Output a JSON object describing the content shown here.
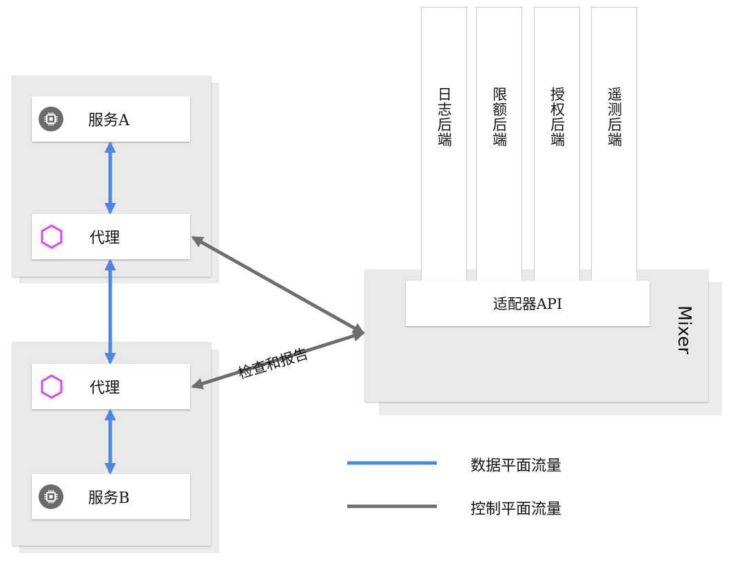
{
  "nodes": {
    "service_a": {
      "label": "服务A",
      "icon": "chip-icon"
    },
    "proxy_a": {
      "label": "代理",
      "icon": "hexagon-icon"
    },
    "proxy_b": {
      "label": "代理",
      "icon": "hexagon-icon"
    },
    "service_b": {
      "label": "服务B",
      "icon": "chip-icon"
    }
  },
  "mixer": {
    "label": "Mixer",
    "adapter_label": "适配器API",
    "backends": [
      "日志后端",
      "限额后端",
      "授权后端",
      "遥测后端"
    ]
  },
  "edge_label": "检查和报告",
  "legend": [
    {
      "label": "数据平面流量",
      "color": "#4a86e8"
    },
    {
      "label": "控制平面流量",
      "color": "#6d6d6d"
    }
  ],
  "colors": {
    "data_plane": "#4a86e8",
    "control_plane": "#6d6d6d",
    "proxy_hexagon": "#e040fb"
  }
}
